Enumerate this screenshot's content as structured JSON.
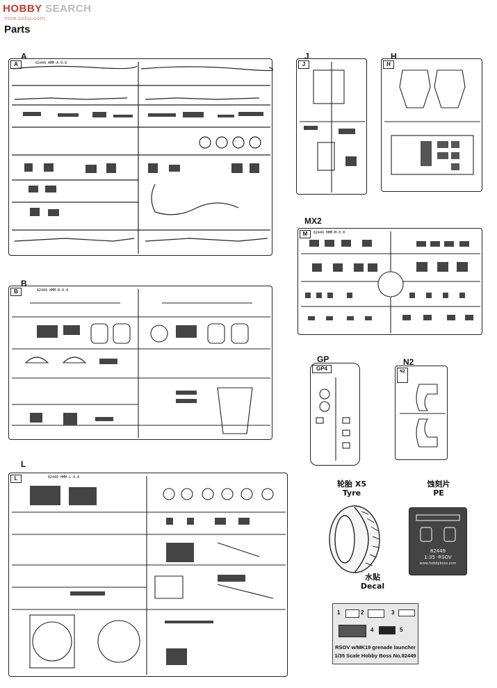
{
  "header": {
    "logo_hobby": "HOBBY",
    "logo_search": "SEARCH",
    "logo_site": "moe.sohu.com",
    "title": "Parts"
  },
  "sprues": {
    "A": {
      "letter": "A",
      "tag": "A",
      "code": "82449 HMM-A-0.8"
    },
    "B": {
      "letter": "B",
      "tag": "B",
      "code": "82449 HMM-B-0.8"
    },
    "L": {
      "letter": "L",
      "tag": "L",
      "code": "82449 HMM-L-0.8"
    },
    "J": {
      "letter": "J",
      "tag": "J"
    },
    "H": {
      "letter": "H",
      "tag": "H"
    },
    "MX2": {
      "letter": "MX2",
      "tag": "M",
      "code": "82449 HMM-M-0.8"
    },
    "GP": {
      "letter": "GP",
      "tag": "GP4"
    },
    "N2": {
      "letter": "N2",
      "tag": "N2"
    }
  },
  "tyre": {
    "label_cn": "轮胎 X5",
    "label_en": "Tyre"
  },
  "pe": {
    "label_cn": "蚀刻片",
    "label_en": "PE",
    "code": "82449",
    "scale": "1:35 ·RSOV",
    "site": "www.hobbyboss.com"
  },
  "decal": {
    "label_cn": "水贴",
    "label_en": "Decal",
    "numbers": [
      "1",
      "2",
      "3",
      "4",
      "5"
    ],
    "caption1": "RSOV w/MK19 grenade launcher",
    "caption2": "1/35 Scale  Hobby Boss No.82449"
  }
}
